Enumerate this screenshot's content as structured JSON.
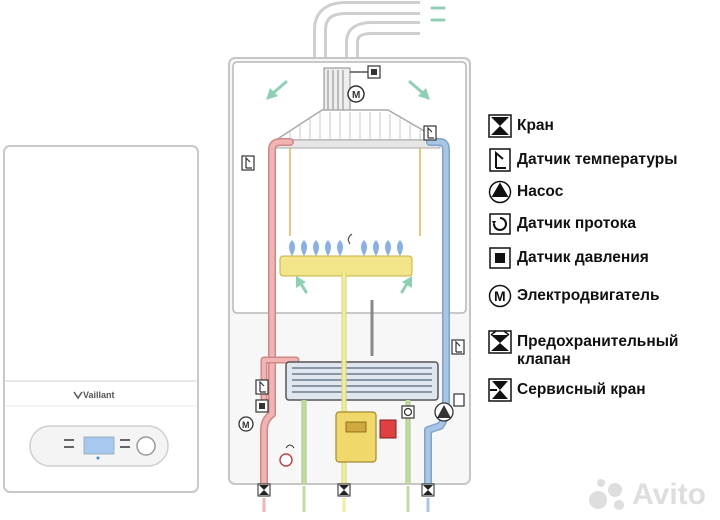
{
  "brand": "Vaillant",
  "colors": {
    "hot_pipe": "#f2b3b3",
    "cold_pipe": "#a9c6e6",
    "gas_pipe": "#f0ee9a",
    "water_pipe": "#c2dca0",
    "flame": "#8ab0e8",
    "burner": "#f3e58a",
    "arrow": "#8fd0b4"
  },
  "legend": [
    {
      "icon": "valve-icon",
      "label": "Кран"
    },
    {
      "icon": "temperature-sensor-icon",
      "label": "Датчик температуры"
    },
    {
      "icon": "pump-icon",
      "label": "Насос"
    },
    {
      "icon": "flow-sensor-icon",
      "label": "Датчик протока"
    },
    {
      "icon": "pressure-sensor-icon",
      "label": "Датчик давления"
    },
    {
      "icon": "electric-motor-icon",
      "label": "Электродвигатель"
    },
    {
      "icon": "safety-valve-icon",
      "label": "Предохранительный клапан"
    },
    {
      "icon": "service-valve-icon",
      "label": "Сервисный кран"
    }
  ],
  "watermark": "Avito"
}
